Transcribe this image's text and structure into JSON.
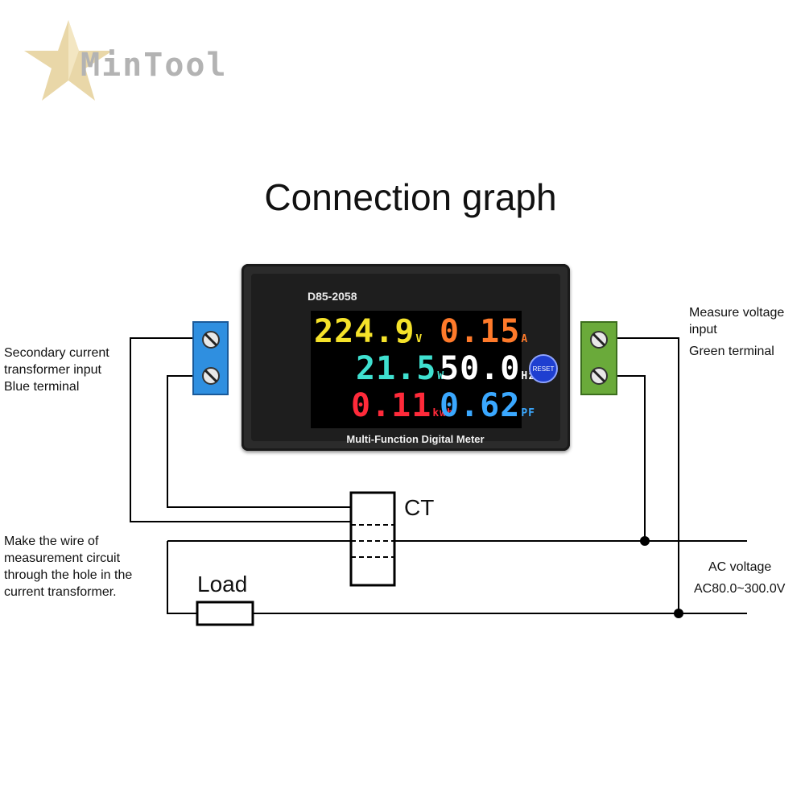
{
  "logo": {
    "text": "MinTool"
  },
  "title": "Connection graph",
  "meter": {
    "model": "D85-2058",
    "caption": "Multi-Function Digital Meter",
    "reset_label": "RESET",
    "readings": {
      "voltage": {
        "value": "224.9",
        "unit": "V",
        "color": "#f5e22a"
      },
      "current": {
        "value": "0.15",
        "unit": "A",
        "color": "#ff7a2a"
      },
      "power": {
        "value": "21.5",
        "unit": "W",
        "color": "#3fe0d0"
      },
      "frequency": {
        "value": "50.0",
        "unit": "Hz",
        "color": "#ffffff"
      },
      "energy": {
        "value": "0.11",
        "unit": "kwh",
        "color": "#ff2a3a"
      },
      "power_factor": {
        "value": "0.62",
        "unit": "PF",
        "color": "#3aa8ff"
      }
    }
  },
  "labels": {
    "ct_input": [
      "Secondary current",
      "transformer input",
      "Blue terminal"
    ],
    "voltage_input": [
      "Measure voltage",
      "input",
      "Green terminal"
    ],
    "wire_note": [
      "Make the wire of",
      "measurement circuit",
      "through the hole in the",
      "current transformer."
    ],
    "ac": [
      "AC voltage",
      "AC80.0~300.0V"
    ],
    "ct": "CT",
    "load": "Load"
  },
  "colors": {
    "blue_terminal": "#2f8fe0",
    "green_terminal": "#6aaa3a"
  }
}
